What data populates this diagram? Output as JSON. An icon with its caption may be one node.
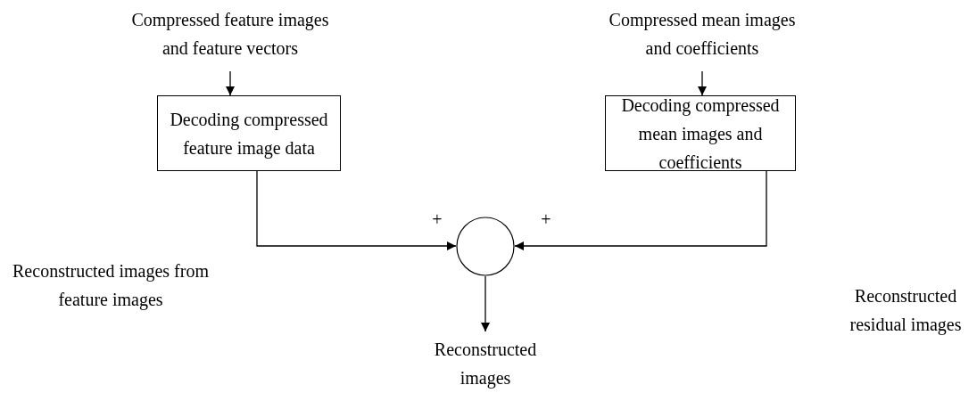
{
  "diagram": {
    "nodes": [
      {
        "text": [
          "Compressed feature images and feature vectors"
        ]
      },
      {
        "text": [
          "Decoding compressed feature image data"
        ]
      },
      {
        "text": [
          "Compressed mean images and coefficients"
        ]
      },
      {
        "text": [
          "Decoding compressed mean images and coefficients"
        ]
      },
      {
        "text": [],
        "shape": "circle"
      },
      {
        "text": [
          "Reconstructed images"
        ]
      }
    ],
    "edges": [
      {
        "from": 0,
        "to": 1,
        "arrow": "to"
      },
      {
        "from": 2,
        "to": 3,
        "arrow": "to"
      },
      {
        "from": 1,
        "to": 4,
        "arrow": "to"
      },
      {
        "from": 3,
        "to": 4,
        "arrow": "to"
      },
      {
        "from": 4,
        "to": 5,
        "arrow": "to"
      }
    ],
    "labels": [
      "+",
      "+",
      "Reconstructed images from feature images",
      "Reconstructed residual images"
    ]
  }
}
